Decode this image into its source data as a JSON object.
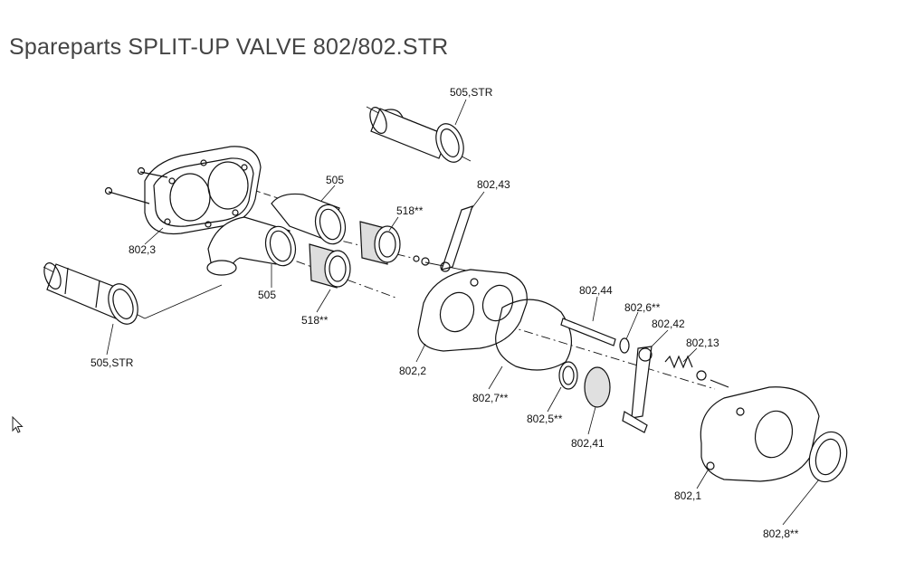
{
  "title": "Spareparts SPLIT-UP VALVE 802/802.STR",
  "parts": {
    "str_top": "505,STR",
    "str_bottom": "505,STR",
    "p505_top": "505",
    "p505_bottom": "505",
    "p802_3": "802,3",
    "p518_top": "518**",
    "p518_bottom": "518**",
    "p802_43": "802,43",
    "p802_2": "802,2",
    "p802_44": "802,44",
    "p802_6": "802,6**",
    "p802_42": "802,42",
    "p802_13": "802,13",
    "p802_7": "802,7**",
    "p802_5": "802,5**",
    "p802_41": "802,41",
    "p802_1": "802,1",
    "p802_8": "802,8**"
  },
  "colors": {
    "line": "#111111",
    "title": "#444444"
  },
  "icons": {
    "pointer": "mouse-pointer-icon"
  }
}
